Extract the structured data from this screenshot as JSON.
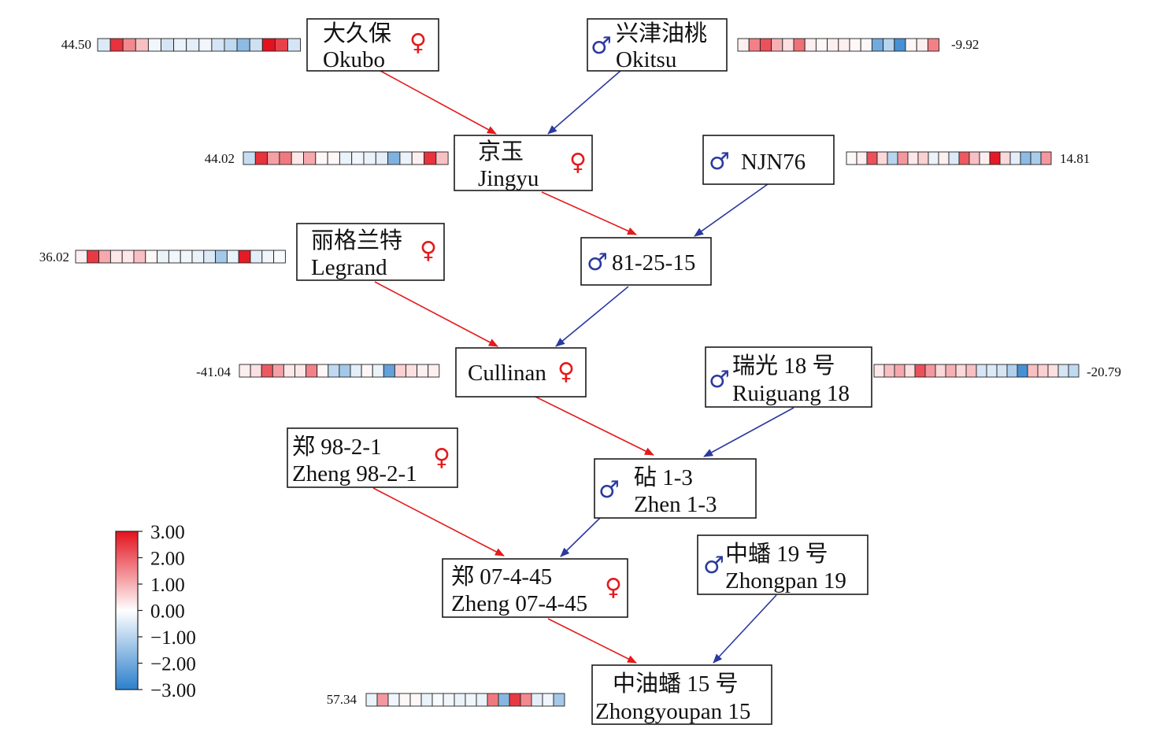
{
  "nodes": [
    {
      "id": "okubo",
      "cn": "大久保",
      "en": "Okubo",
      "sex": "female",
      "score": "44.50"
    },
    {
      "id": "okitsu",
      "cn": "兴津油桃",
      "en": "Okitsu",
      "sex": "male",
      "score": "-9.92"
    },
    {
      "id": "jingyu",
      "cn": "京玉",
      "en": "Jingyu",
      "sex": "female",
      "score": "44.02"
    },
    {
      "id": "njn76",
      "cn": "",
      "en": "NJN76",
      "sex": "male",
      "score": "14.81"
    },
    {
      "id": "legrand",
      "cn": "丽格兰特",
      "en": "Legrand",
      "sex": "female",
      "score": "36.02"
    },
    {
      "id": "n812515",
      "cn": "",
      "en": "81-25-15",
      "sex": "male",
      "score": ""
    },
    {
      "id": "cullinan",
      "cn": "",
      "en": "Cullinan",
      "sex": "female",
      "score": "-41.04"
    },
    {
      "id": "ruiguang18",
      "cn": "瑞光 18 号",
      "en": "Ruiguang 18",
      "sex": "male",
      "score": "-20.79"
    },
    {
      "id": "zheng9821",
      "cn": "郑 98-2-1",
      "en": "Zheng 98-2-1",
      "sex": "female",
      "score": ""
    },
    {
      "id": "zhen13",
      "cn": "砧 1-3",
      "en": "Zhen 1-3",
      "sex": "male",
      "score": ""
    },
    {
      "id": "zheng07445",
      "cn": "郑 07-4-45",
      "en": "Zheng 07-4-45",
      "sex": "female",
      "score": ""
    },
    {
      "id": "zhongpan19",
      "cn": "中蟠 19 号",
      "en": "Zhongpan 19",
      "sex": "male",
      "score": ""
    },
    {
      "id": "zhongyoupan15",
      "cn": "中油蟠 15 号",
      "en": "Zhongyoupan 15",
      "sex": "none",
      "score": "57.34"
    }
  ],
  "edges": [
    {
      "from": "okubo",
      "to": "jingyu",
      "type": "female"
    },
    {
      "from": "okitsu",
      "to": "jingyu",
      "type": "male"
    },
    {
      "from": "jingyu",
      "to": "n812515",
      "type": "female"
    },
    {
      "from": "njn76",
      "to": "n812515",
      "type": "male"
    },
    {
      "from": "legrand",
      "to": "cullinan",
      "type": "female"
    },
    {
      "from": "n812515",
      "to": "cullinan",
      "type": "male"
    },
    {
      "from": "cullinan",
      "to": "zhen13",
      "type": "female"
    },
    {
      "from": "ruiguang18",
      "to": "zhen13",
      "type": "male"
    },
    {
      "from": "zheng9821",
      "to": "zheng07445",
      "type": "female"
    },
    {
      "from": "zhen13",
      "to": "zheng07445",
      "type": "male"
    },
    {
      "from": "zheng07445",
      "to": "zhongyoupan15",
      "type": "female"
    },
    {
      "from": "zhongpan19",
      "to": "zhongyoupan15",
      "type": "male"
    }
  ],
  "heatmaps": [
    {
      "node": "okubo",
      "values": [
        -0.5,
        2.6,
        1.5,
        0.8,
        -0.2,
        -0.6,
        -0.3,
        -0.4,
        -0.2,
        -0.6,
        -0.9,
        -1.6,
        -0.7,
        3.0,
        2.4,
        -0.6
      ]
    },
    {
      "node": "okitsu",
      "values": [
        0.2,
        1.6,
        2.2,
        1.0,
        0.4,
        1.8,
        0.2,
        0.1,
        0.2,
        0.2,
        0.1,
        0.1,
        -2.0,
        -1.0,
        -2.6,
        0.1,
        0.2,
        1.6
      ]
    },
    {
      "node": "jingyu",
      "values": [
        -0.8,
        2.6,
        1.2,
        1.7,
        0.3,
        1.1,
        0.1,
        0.1,
        -0.3,
        -0.2,
        -0.3,
        -0.4,
        -1.8,
        -0.3,
        0.2,
        2.6,
        0.8
      ]
    },
    {
      "node": "njn76",
      "values": [
        0.1,
        0.2,
        2.2,
        0.5,
        -1.0,
        1.3,
        0.3,
        0.6,
        -0.3,
        0.2,
        -0.5,
        2.1,
        0.8,
        0.2,
        2.9,
        0.5,
        -0.4,
        -1.6,
        -1.2,
        1.3
      ]
    },
    {
      "node": "legrand",
      "values": [
        0.2,
        2.5,
        1.1,
        0.3,
        0.3,
        0.8,
        0.1,
        -0.3,
        -0.2,
        -0.2,
        -0.3,
        -0.5,
        -1.3,
        -0.3,
        2.9,
        -0.4,
        -0.2,
        -0.1
      ]
    },
    {
      "node": "cullinan",
      "values": [
        0.2,
        0.4,
        2.1,
        1.2,
        0.3,
        0.3,
        1.6,
        0.1,
        -0.9,
        -1.3,
        -0.4,
        0.1,
        -0.3,
        -2.2,
        0.6,
        0.4,
        0.2,
        0.2
      ]
    },
    {
      "node": "ruiguang18",
      "values": [
        0.3,
        0.8,
        1.1,
        0.4,
        2.2,
        1.3,
        0.5,
        1.0,
        0.5,
        0.8,
        -0.6,
        -0.5,
        -0.6,
        -1.1,
        -2.6,
        0.8,
        0.6,
        0.4,
        -0.6,
        -0.9
      ]
    },
    {
      "node": "zhongyoupan15",
      "values": [
        -0.3,
        1.3,
        -0.2,
        0.1,
        0.1,
        -0.3,
        -0.1,
        -0.2,
        -0.3,
        -0.2,
        -0.3,
        1.7,
        -1.7,
        2.5,
        1.5,
        -0.4,
        -0.2,
        -1.3
      ]
    }
  ],
  "colorbar": {
    "min": -3.0,
    "max": 3.0,
    "ticks": [
      "3.00",
      "2.00",
      "1.00",
      "0.00",
      "−1.00",
      "−2.00",
      "−3.00"
    ],
    "color_low": "#2b7fcc",
    "color_mid": "#ffffff",
    "color_high": "#e4121e"
  },
  "colors": {
    "female": "#e41a1c",
    "male": "#2b3aa0",
    "box_border": "#1a1a1a"
  },
  "icons": {
    "female": "♀",
    "male": "♂"
  }
}
